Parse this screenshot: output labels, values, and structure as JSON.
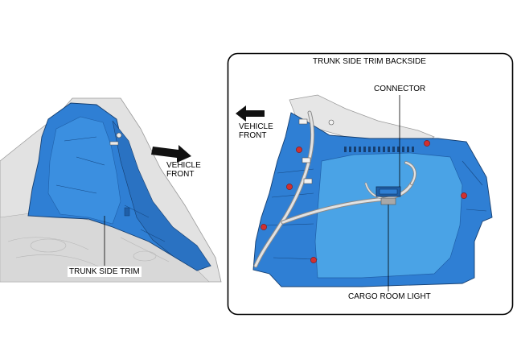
{
  "left_panel": {
    "label_trim": "TRUNK SIDE TRIM",
    "arrow_line1": "VEHICLE",
    "arrow_line2": "FRONT"
  },
  "right_panel": {
    "title": "TRUNK SIDE TRIM BACKSIDE",
    "label_connector": "CONNECTOR",
    "label_cargo": "CARGO ROOM LIGHT",
    "arrow_line1": "VEHICLE",
    "arrow_line2": "FRONT"
  },
  "colors": {
    "trim_blue": "#2f7fd4",
    "trim_light": "#4aa3e6",
    "trim_dark": "#1f5fa8",
    "clip_red": "#d03030",
    "body_gray": "#dcdcdc",
    "arrow": "#111111"
  }
}
